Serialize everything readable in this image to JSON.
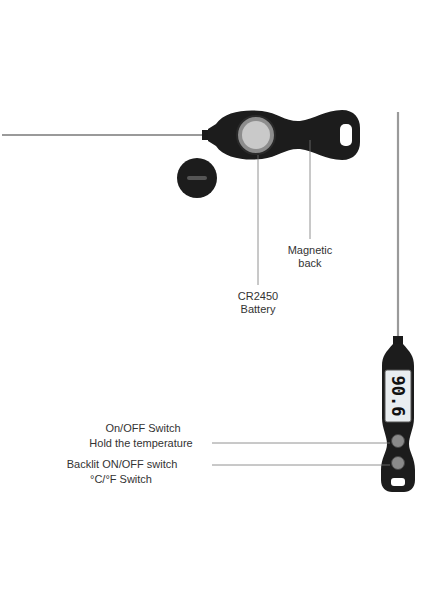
{
  "diagram": {
    "labels": [
      "Magnetic back",
      "CR2450 Battery",
      "On/OFF Switch",
      "Hold the temperature",
      "Backlit ON/OFF switch",
      "°C/°F Switch",
      "90.6"
    ]
  }
}
